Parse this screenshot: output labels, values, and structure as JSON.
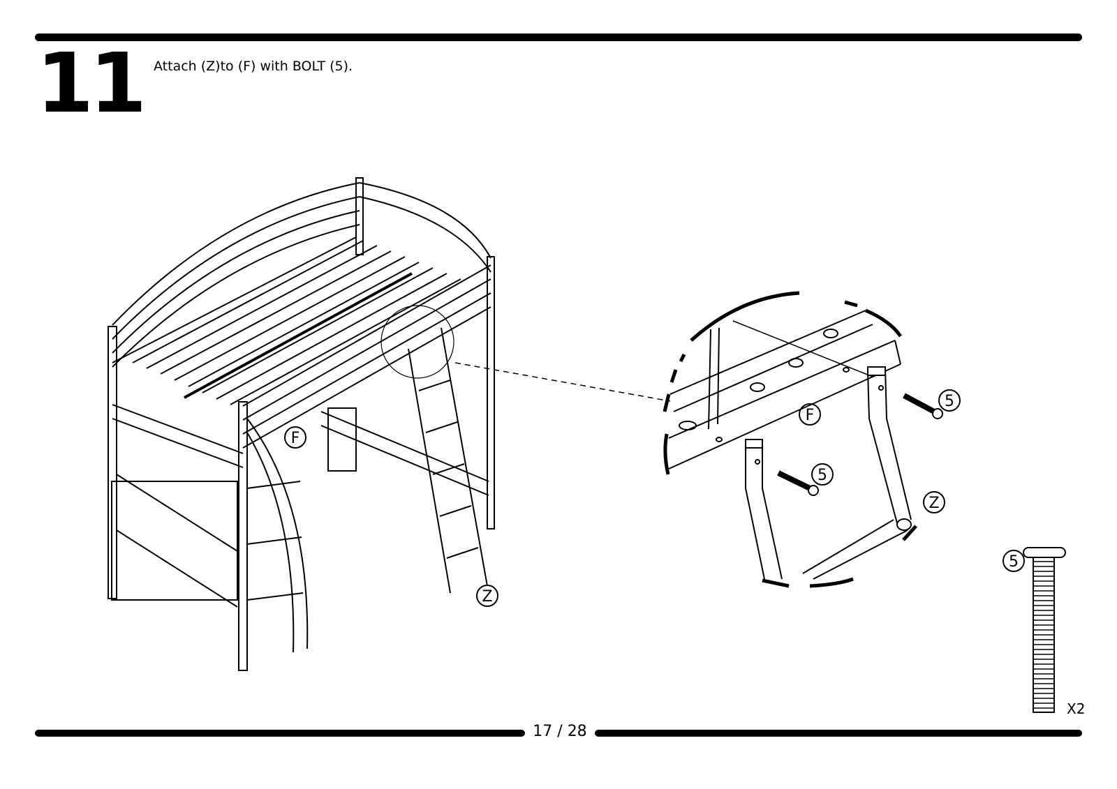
{
  "step": {
    "number": "11",
    "instruction": "Attach (Z)to (F) with BOLT (5)."
  },
  "labels": {
    "frame": "F",
    "ladder": "Z",
    "bolt": "5"
  },
  "hardware": {
    "id": "5",
    "quantity": "X2"
  },
  "footer": {
    "page": "17 / 28"
  }
}
